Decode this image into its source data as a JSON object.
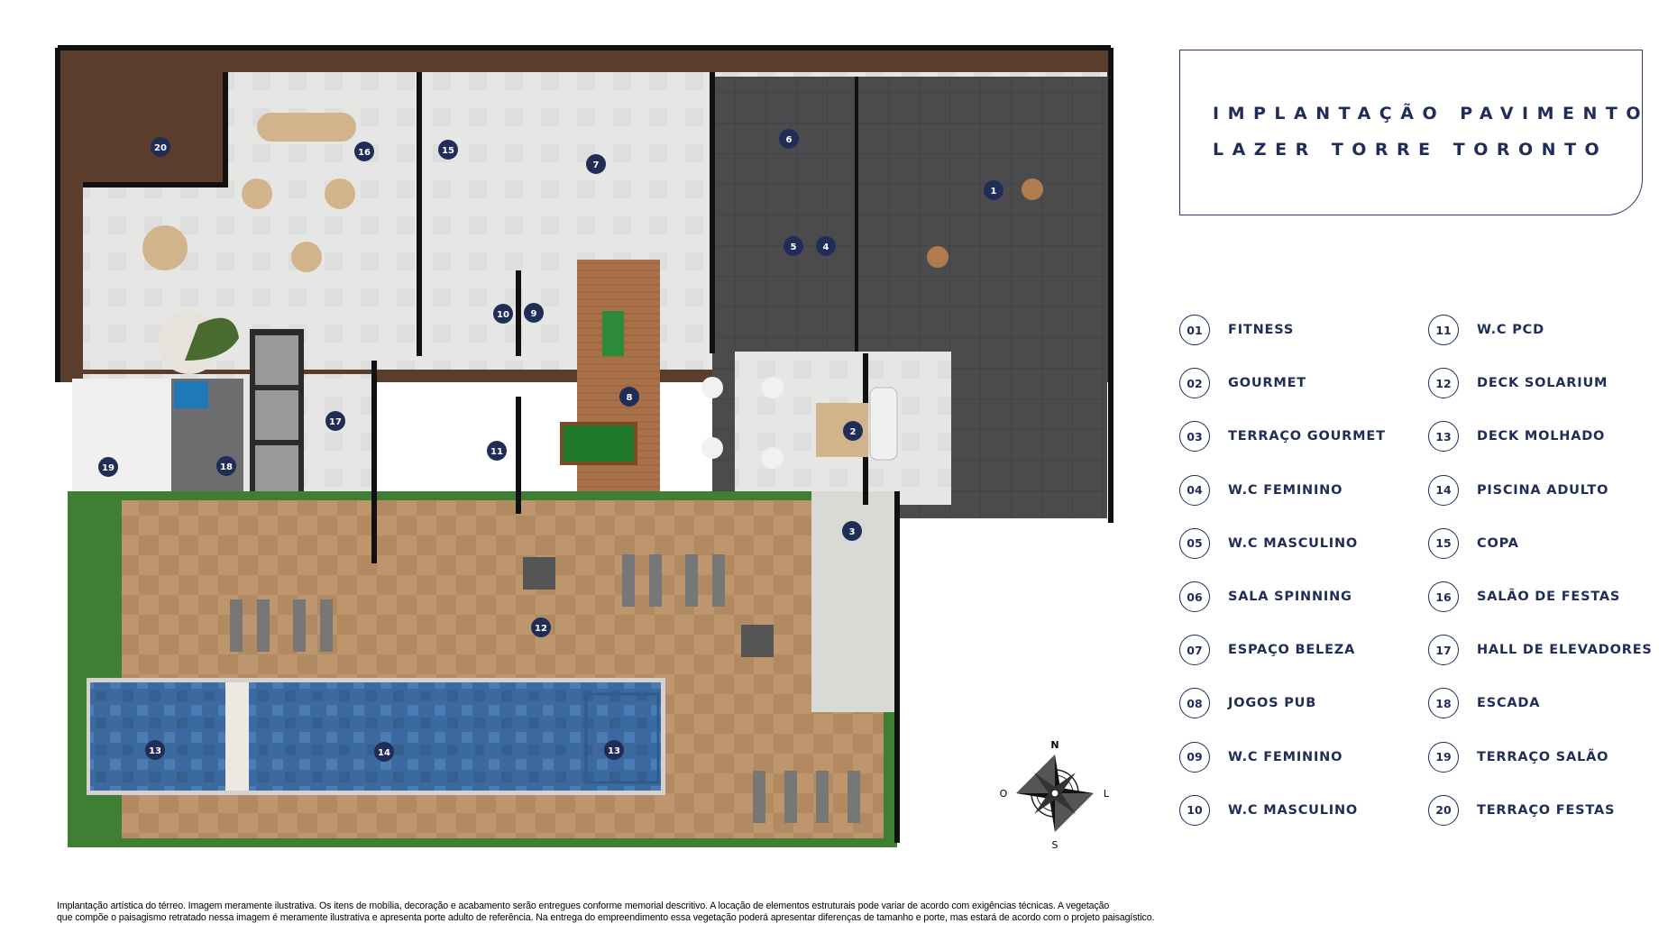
{
  "title": {
    "line1": "IMPLANTAÇÃO PAVIMENTO",
    "line2": "LAZER TORRE TORONTO"
  },
  "legend": [
    {
      "num": "01",
      "label": "FITNESS"
    },
    {
      "num": "02",
      "label": "GOURMET"
    },
    {
      "num": "03",
      "label": "TERRAÇO GOURMET"
    },
    {
      "num": "04",
      "label": "W.C FEMININO"
    },
    {
      "num": "05",
      "label": "W.C MASCULINO"
    },
    {
      "num": "06",
      "label": "SALA SPINNING"
    },
    {
      "num": "07",
      "label": "ESPAÇO BELEZA"
    },
    {
      "num": "08",
      "label": "JOGOS PUB"
    },
    {
      "num": "09",
      "label": "W.C FEMININO"
    },
    {
      "num": "10",
      "label": "W.C MASCULINO"
    },
    {
      "num": "11",
      "label": "W.C PCD"
    },
    {
      "num": "12",
      "label": "DECK SOLARIUM"
    },
    {
      "num": "13",
      "label": "DECK MOLHADO"
    },
    {
      "num": "14",
      "label": "PISCINA ADULTO"
    },
    {
      "num": "15",
      "label": "COPA"
    },
    {
      "num": "16",
      "label": "SALÃO DE FESTAS"
    },
    {
      "num": "17",
      "label": "HALL DE ELEVADORES"
    },
    {
      "num": "18",
      "label": "ESCADA"
    },
    {
      "num": "19",
      "label": "TERRAÇO SALÃO"
    },
    {
      "num": "20",
      "label": "TERRAÇO FESTAS"
    }
  ],
  "plan_markers": [
    "1",
    "2",
    "3",
    "4",
    "5",
    "6",
    "7",
    "8",
    "9",
    "10",
    "11",
    "12",
    "13",
    "14",
    "13",
    "15",
    "16",
    "17",
    "18",
    "19",
    "20"
  ],
  "compass": {
    "n": "N",
    "s": "S",
    "l": "L",
    "o": "O"
  },
  "disclaimer": {
    "line1": "Implantação artística do térreo. Imagem meramente ilustrativa. Os itens de mobília, decoração e acabamento serão entregues conforme memorial descritivo. A locação de elementos estruturais pode variar de acordo com exigências técnicas. A vegetação",
    "line2": "que compõe o paisagismo retratado nessa imagem é meramente ilustrativa e apresenta porte adulto de referência. Na entrega do empreendimento essa vegetação poderá apresentar diferenças de tamanho e porte, mas estará de acordo com o projeto paisagístico."
  },
  "colors": {
    "navy": "#1f2d57",
    "wood_dark": "#5a3e2b",
    "deck": "#b8916a",
    "floor_light": "#e4e4e2",
    "floor_dark": "#4a4a4c",
    "pool": "#3f6fa6",
    "greenery": "#3f7f34"
  }
}
